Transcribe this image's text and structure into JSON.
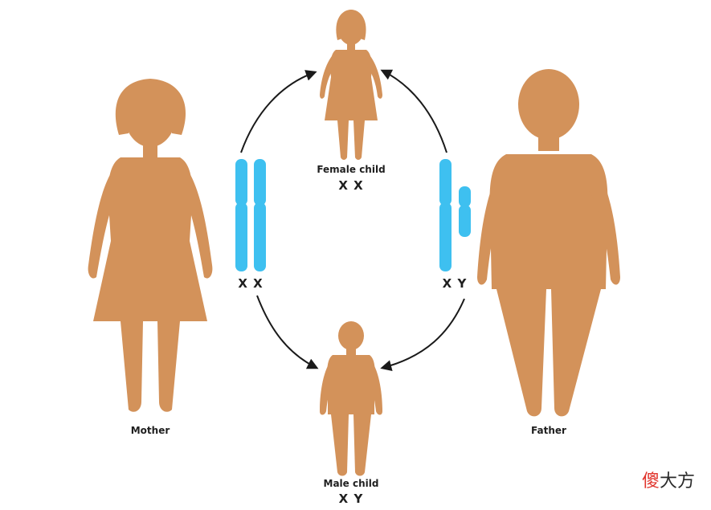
{
  "labels": {
    "mother": "Mother",
    "father": "Father",
    "female_child": "Female child",
    "female_child_chromosomes": "X X",
    "male_child": "Male child",
    "male_child_chromosomes": "X Y",
    "mother_chromosomes": "X X",
    "father_chromosomes": "X Y"
  },
  "watermark": {
    "part1": "傻",
    "part2": "大方"
  },
  "colors": {
    "figure": "#d3925a",
    "chromosome": "#3ec0f0",
    "arrow": "#1a1a1a",
    "text": "#1f1f1f",
    "watermark_red": "#e0322a"
  }
}
